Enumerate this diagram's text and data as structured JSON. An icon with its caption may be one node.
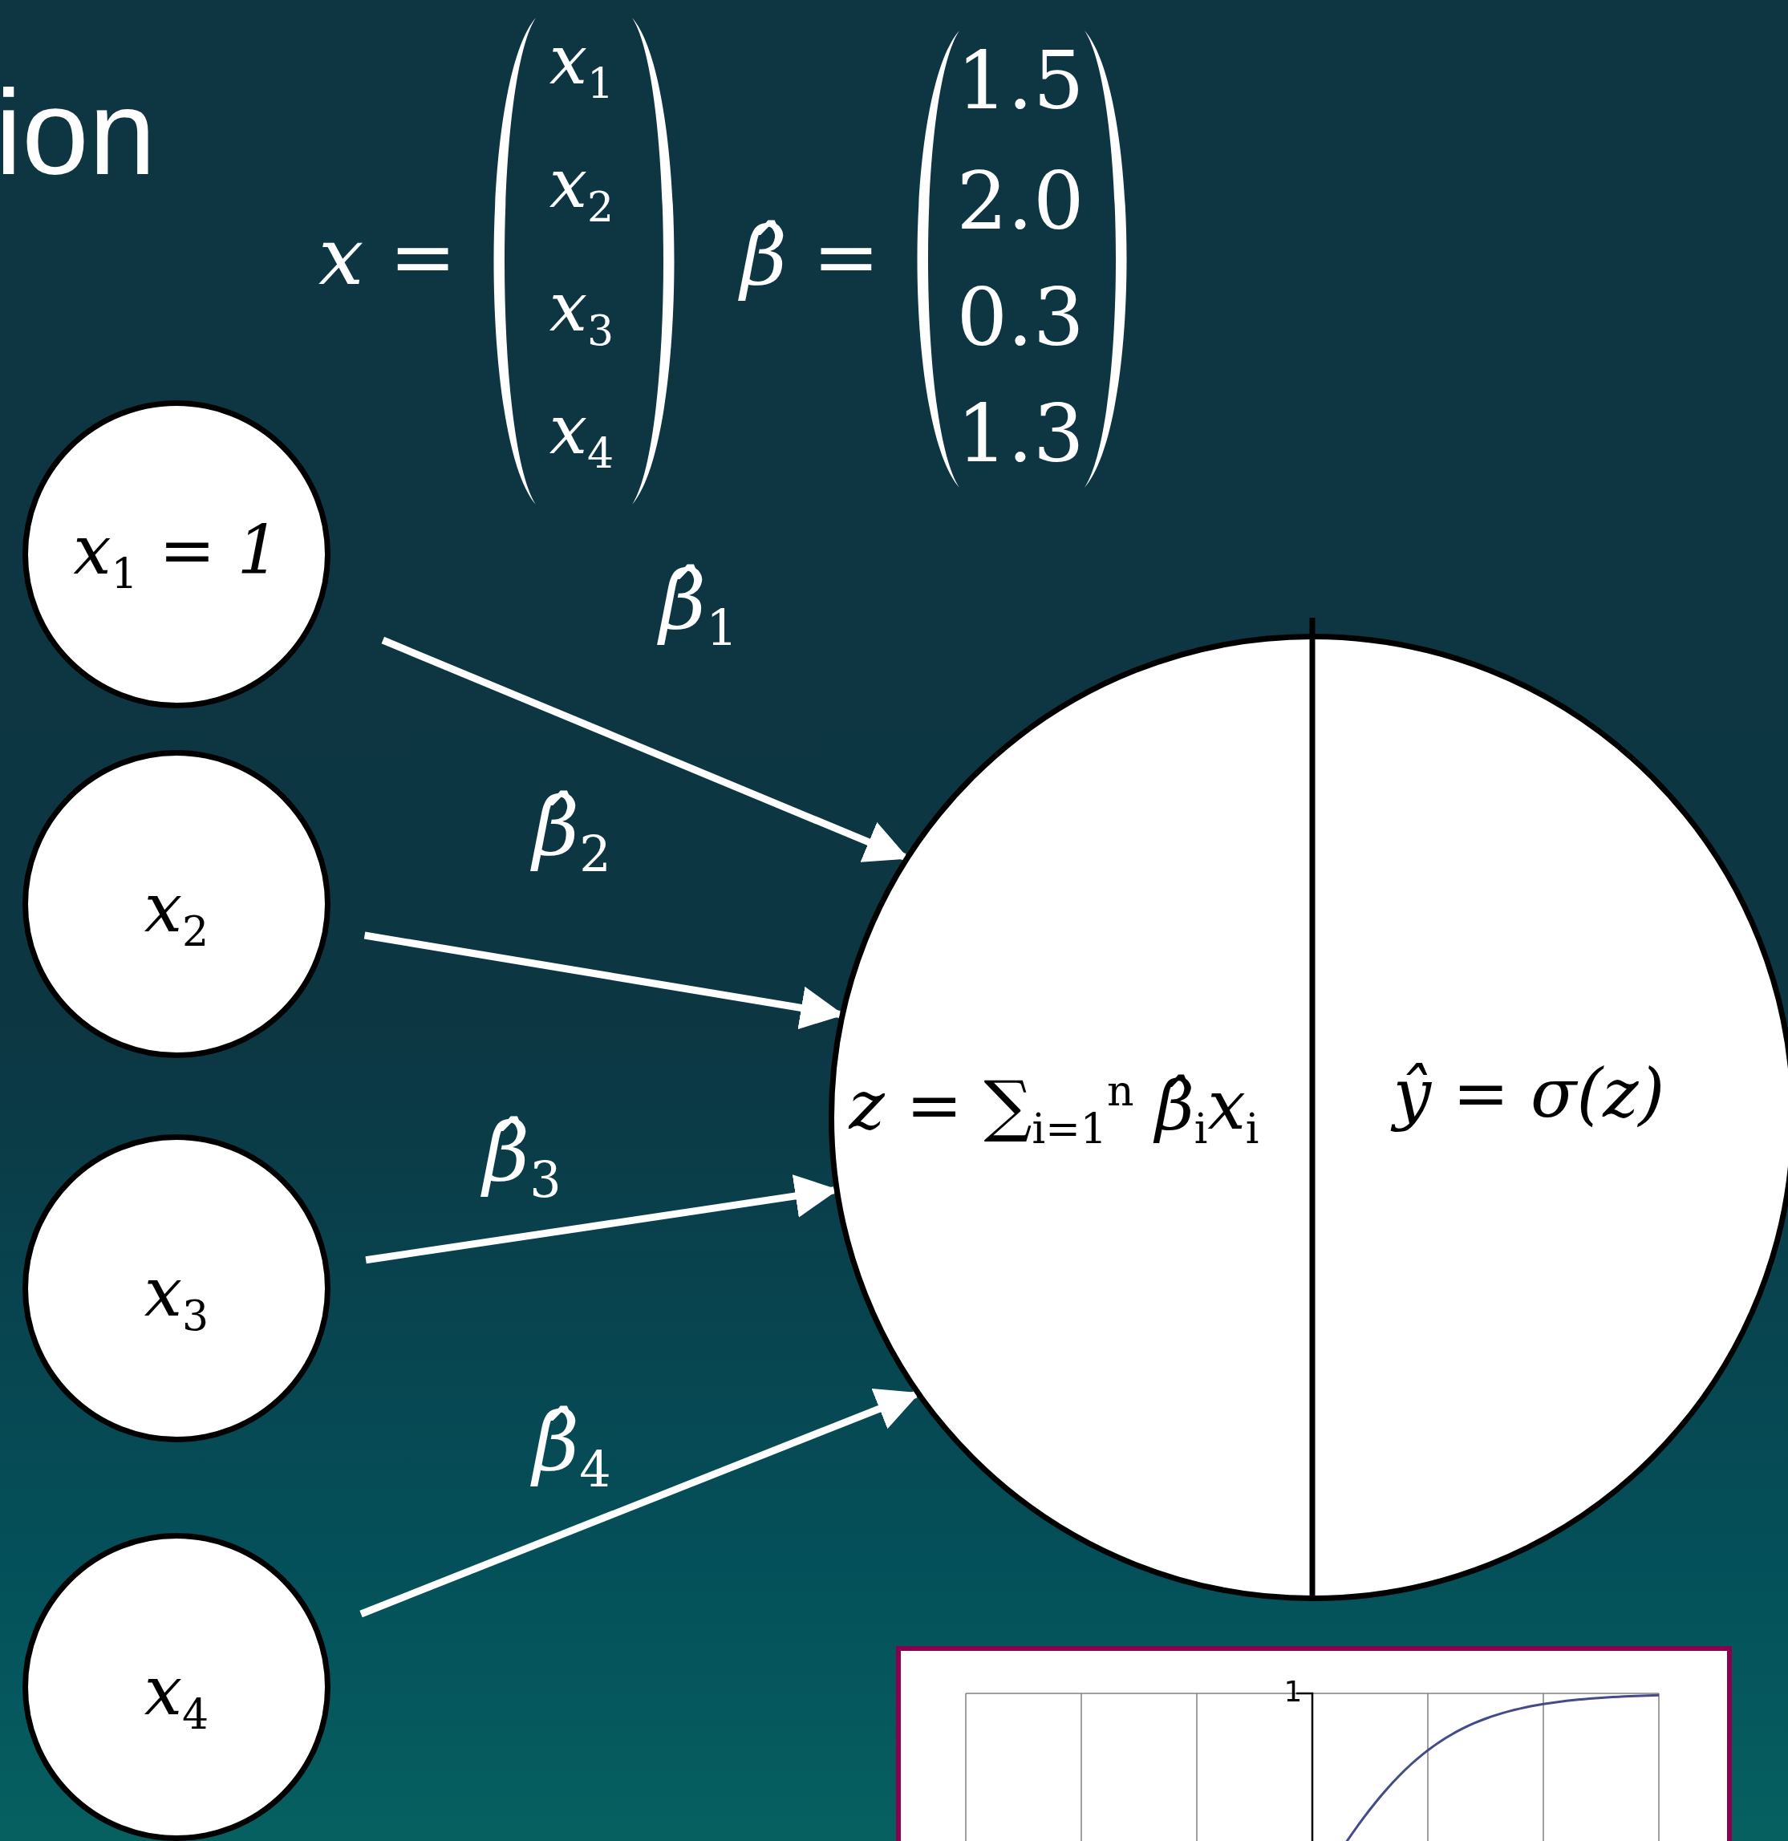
{
  "diagram": {
    "title": "ion",
    "nodes": [
      {
        "text": [
          "x$_{1}$ = 1"
        ]
      },
      {
        "text": [
          "x$_{2}$"
        ]
      },
      {
        "text": [
          "x$_{3}$"
        ]
      },
      {
        "text": [
          "x$_{4}$"
        ]
      },
      {
        "text": [
          "z = ∑$_{i=1}$$^{n}$ β̂$_{i}$x$_{i}$",
          "ŷ = σ(z)"
        ]
      }
    ],
    "edges": [
      {
        "from": 0,
        "to": 4,
        "arrow": "to",
        "label": "β̂$_{1}$"
      },
      {
        "from": 1,
        "to": 4,
        "arrow": "to",
        "label": "β̂$_{2}$"
      },
      {
        "from": 2,
        "to": 4,
        "arrow": "to",
        "label": "β̂$_{3}$"
      },
      {
        "from": 3,
        "to": 4,
        "arrow": "to",
        "label": "β̂$_{4}$"
      }
    ],
    "labels": [
      "x =",
      "x$_{1}$",
      "x$_{2}$",
      "x$_{3}$",
      "x$_{4}$",
      "β̂ =",
      "1.5",
      "2.0",
      "0.3",
      "1.3",
      "1"
    ]
  }
}
